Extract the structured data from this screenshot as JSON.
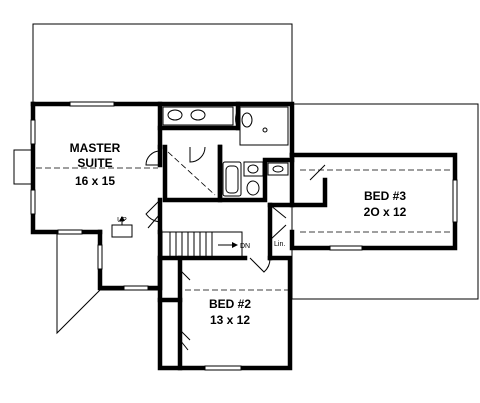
{
  "rooms": {
    "master": {
      "name_line1": "MASTER",
      "name_line2": "SUITE",
      "size": "16 x 15"
    },
    "bed3": {
      "name": "BED #3",
      "size": "2O x 12"
    },
    "bed2": {
      "name": "BED #2",
      "size": "13 x 12"
    }
  },
  "labels": {
    "up": "UP",
    "down": "DN",
    "linen": "Lin."
  }
}
